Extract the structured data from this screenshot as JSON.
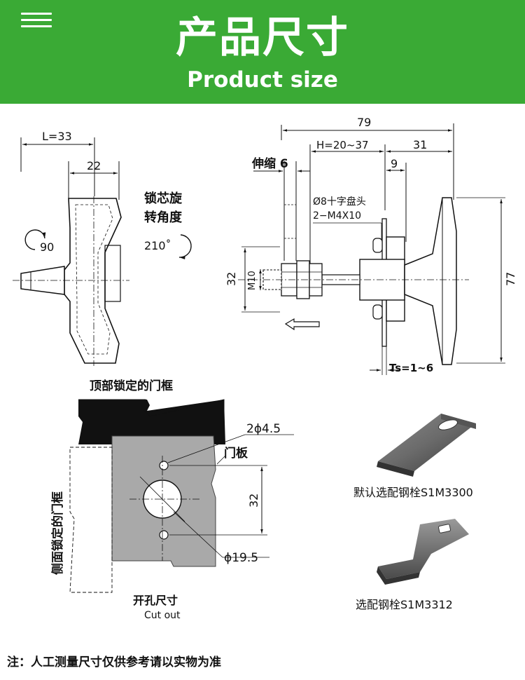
{
  "header": {
    "title_cn": "产品尺寸",
    "title_en": "Product size",
    "background_color": "#3aaa35",
    "menu_icon": "hamburger-menu-icon"
  },
  "front_view": {
    "dim_L": "L=33",
    "dim_22": "22",
    "rotation_left": "90",
    "rotation_title_line1": "锁芯旋",
    "rotation_title_line2": "转角度",
    "rotation_right": "210˚"
  },
  "side_view": {
    "dim_79": "79",
    "dim_H": "H=20~37",
    "dim_31": "31",
    "telescopic": "伸缩 6",
    "dim_9": "9",
    "screw_line1": "Ø8十字盘头",
    "screw_line2": "2−M4X10",
    "dim_32": "32",
    "thread": "M10",
    "dim_77": "77",
    "ts": "Ts=1~6"
  },
  "cutout": {
    "top_frame": "顶部锁定的门框",
    "side_frame": "侧面锁定的门框",
    "holes": "2ϕ4.5",
    "door_panel": "门板",
    "dim_32": "32",
    "diameter": "ϕ19.5",
    "caption_cn": "开孔尺寸",
    "caption_en": "Cut out"
  },
  "accessories": {
    "default_cam": "默认选配钢栓S1M3300",
    "optional_cam": "选配钢栓S1M3312"
  },
  "footer": {
    "note": "注：人工测量尺寸仅供参考请以实物为准"
  }
}
